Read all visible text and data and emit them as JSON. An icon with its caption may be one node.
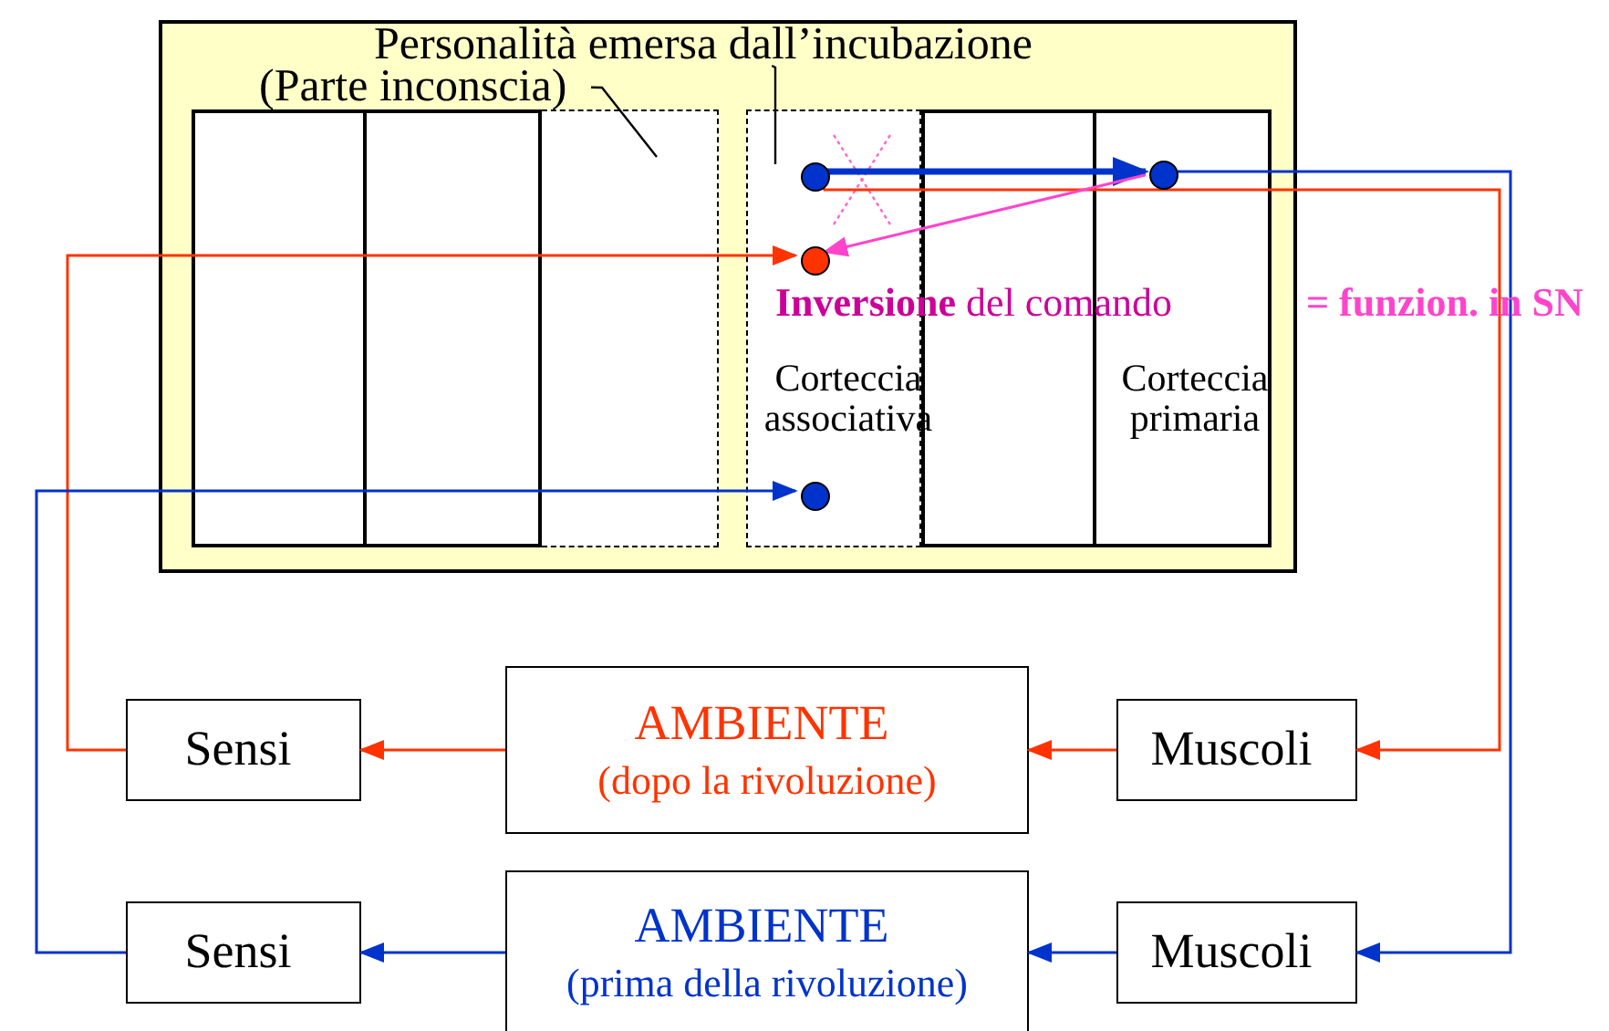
{
  "diagram": {
    "nodes": [
      {
        "text": [],
        "shape": "box"
      },
      {
        "text": [
          "Personalità emersa dall’incubazione"
        ],
        "in": 0
      },
      {
        "text": [
          "(Parte inconscia)"
        ],
        "in": 0
      },
      {
        "text": [],
        "shape": "box",
        "in": 0
      },
      {
        "text": [],
        "shape": "circle",
        "in": 3
      },
      {
        "text": [],
        "shape": "circle",
        "in": 3
      },
      {
        "text": [],
        "shape": "circle",
        "in": 3
      },
      {
        "text": [],
        "shape": "circle",
        "in": 0
      },
      {
        "text": [
          "Sensi"
        ]
      },
      {
        "text": [
          "AMBIENTE",
          "(dopo la rivoluzione)"
        ]
      },
      {
        "text": [
          "Muscoli"
        ]
      },
      {
        "text": [
          "Sensi"
        ]
      },
      {
        "text": [
          "AMBIENTE",
          "(prima della rivoluzione)"
        ]
      },
      {
        "text": [
          "Muscoli"
        ]
      }
    ],
    "edges": [
      {
        "from": 4,
        "to": 7,
        "arrow": "to",
        "style": "thick",
        "color": "#0033cc"
      },
      {
        "from": 4,
        "to": 10,
        "arrow": "to",
        "color": "#ff3300"
      },
      {
        "from": 10,
        "to": 9,
        "arrow": "to",
        "color": "#ff3300"
      },
      {
        "from": 9,
        "to": 8,
        "arrow": "to",
        "color": "#ff3300"
      },
      {
        "from": 8,
        "to": 5,
        "arrow": "to",
        "color": "#ff3300"
      },
      {
        "from": 7,
        "to": 13,
        "arrow": "to",
        "color": "#0033cc"
      },
      {
        "from": 13,
        "to": 12,
        "arrow": "to",
        "color": "#0033cc"
      },
      {
        "from": 12,
        "to": 11,
        "arrow": "to",
        "color": "#0033cc"
      },
      {
        "from": 11,
        "to": 6,
        "arrow": "to",
        "color": "#0033cc"
      },
      {
        "from": 7,
        "to": 5,
        "arrow": "to",
        "color": "#ff44cc"
      },
      {
        "from": 1,
        "to": 3,
        "arrow": "none",
        "color": "#000000"
      },
      {
        "from": 2,
        "to": null,
        "arrow": "none",
        "color": "#000000"
      }
    ],
    "labels": [
      "**Inversione** del comando",
      "= funzion. in SN",
      "Corteccia associativa",
      "Corteccia primaria"
    ]
  }
}
